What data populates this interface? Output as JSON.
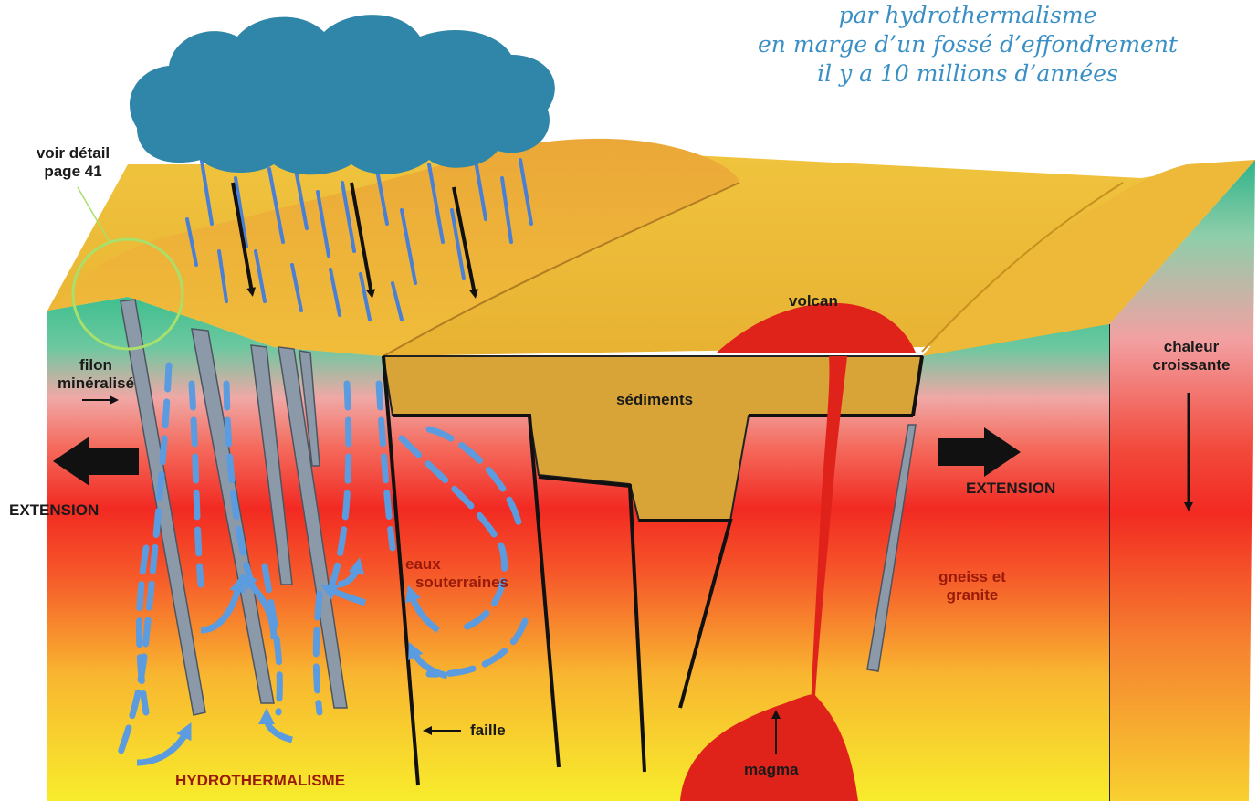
{
  "title": {
    "line1": "par hydrothermalisme",
    "line2": "en marge d’un fossé d’effondrement",
    "line3": "il y a 10 millions d’années"
  },
  "labels": {
    "detail_line1": "voir détail",
    "detail_line2": "page 41",
    "filon_line1": "filon",
    "filon_line2": "minéralisé",
    "extension_left": "EXTENSION",
    "extension_right": "EXTENSION",
    "eaux_line1": "eaux",
    "eaux_line2": "souterraines",
    "faille": "faille",
    "hydrothermalisme": "HYDROTHERMALISME",
    "sediments": "sédiments",
    "volcan": "volcan",
    "magma": "magma",
    "gneiss_line1": "gneiss et",
    "gneiss_line2": "granite",
    "chaleur_line1": "chaleur",
    "chaleur_line2": "croissante"
  },
  "colors": {
    "cloud": "#2f86a8",
    "rain": "#4a7fd6",
    "sediments": "#d9a437",
    "lava": "#e0231a",
    "circulation_arrows": "#5b9be0",
    "title": "#3a8fc4"
  },
  "icons": [
    "cloud-icon",
    "extension-arrow-left-icon",
    "extension-arrow-right-icon",
    "heat-arrow-icon"
  ]
}
